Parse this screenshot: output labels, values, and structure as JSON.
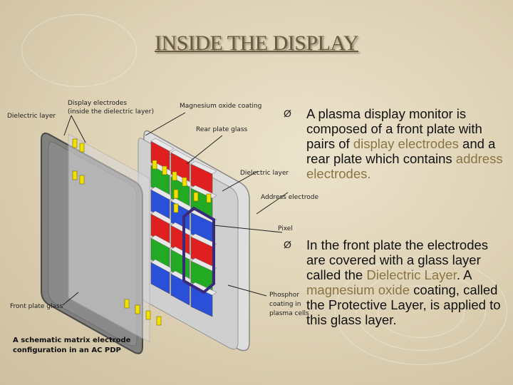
{
  "slide": {
    "title": "INSIDE THE DISPLAY"
  },
  "diagram": {
    "labels": {
      "dielectric_layer_left": "Dielectric layer",
      "display_electrodes_1": "Display electrodes",
      "display_electrodes_2": "(inside the dielectric layer)",
      "magnesium_oxide": "Magnesium oxide coating",
      "rear_plate_glass": "Rear plate glass",
      "dielectric_layer_right": "Dielectric layer",
      "address_electrode": "Address electrode",
      "pixel": "Pixel",
      "phosphor_1": "Phosphor",
      "phosphor_2": "coating in",
      "phosphor_3": "plasma cells",
      "front_plate_glass": "Front plate glass"
    },
    "caption_line1": "A schematic matrix electrode",
    "caption_line2": "configuration in an AC PDP",
    "colors": {
      "red": "#e02020",
      "green": "#22aa22",
      "blue": "#2a4fd8",
      "pixel_outline": "#3a2a7a"
    }
  },
  "bullets": [
    {
      "marker": "Ø",
      "parts": [
        {
          "text": "A  plasma display monitor is composed of a front plate with pairs of ",
          "highlight": false
        },
        {
          "text": "display electrodes",
          "highlight": true
        },
        {
          "text": " and a rear plate which contains ",
          "highlight": false
        },
        {
          "text": "address electrodes.",
          "highlight": true
        }
      ]
    },
    {
      "marker": "Ø",
      "parts": [
        {
          "text": "In the front plate the electrodes are covered with a glass layer called the ",
          "highlight": false
        },
        {
          "text": "Dielectric Layer",
          "highlight": true
        },
        {
          "text": ". A ",
          "highlight": false
        },
        {
          "text": "magnesium oxide",
          "highlight": true
        },
        {
          "text": " coating, called the Protective Layer, is applied to this glass layer.",
          "highlight": false
        }
      ]
    }
  ]
}
